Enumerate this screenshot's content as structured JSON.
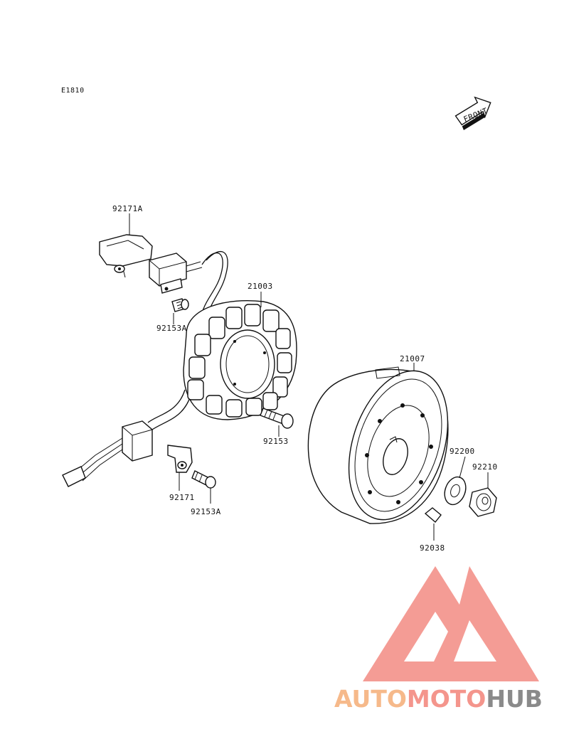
{
  "diagram": {
    "code": "E1810",
    "front_arrow": "FRONT",
    "parts": [
      {
        "key": "p92171A",
        "number": "92171A"
      },
      {
        "key": "p21003",
        "number": "21003"
      },
      {
        "key": "p92153A_top",
        "number": "92153A"
      },
      {
        "key": "p21007",
        "number": "21007"
      },
      {
        "key": "p92153",
        "number": "92153"
      },
      {
        "key": "p92200",
        "number": "92200"
      },
      {
        "key": "p92210",
        "number": "92210"
      },
      {
        "key": "p92171",
        "number": "92171"
      },
      {
        "key": "p92153A_bot",
        "number": "92153A"
      },
      {
        "key": "p92038",
        "number": "92038"
      }
    ]
  },
  "watermark": {
    "parts": [
      "AUTO",
      "MOTO",
      "HUB"
    ],
    "colors": {
      "auto": "#f6b98a",
      "moto": "#f4958c",
      "hub": "#8a8a8a",
      "logo": "#f28b82"
    }
  }
}
